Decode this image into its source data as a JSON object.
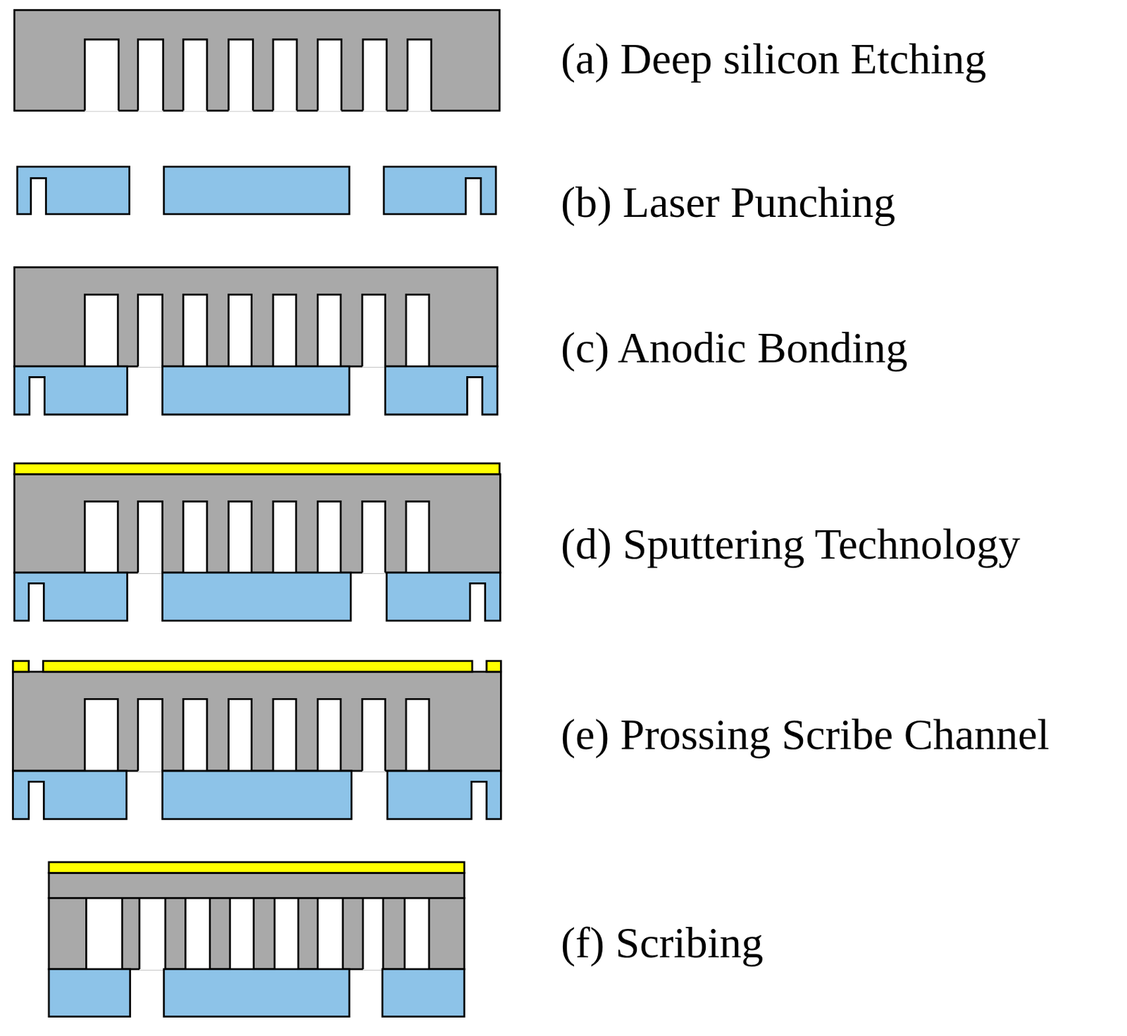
{
  "diagram": {
    "labels": [
      "(a) Deep silicon Etching",
      "(b) Laser Punching",
      "(c) Anodic Bonding",
      "(d) Sputtering Technology",
      "(e) Prossing Scribe Channel",
      "(f) Scribing"
    ]
  }
}
